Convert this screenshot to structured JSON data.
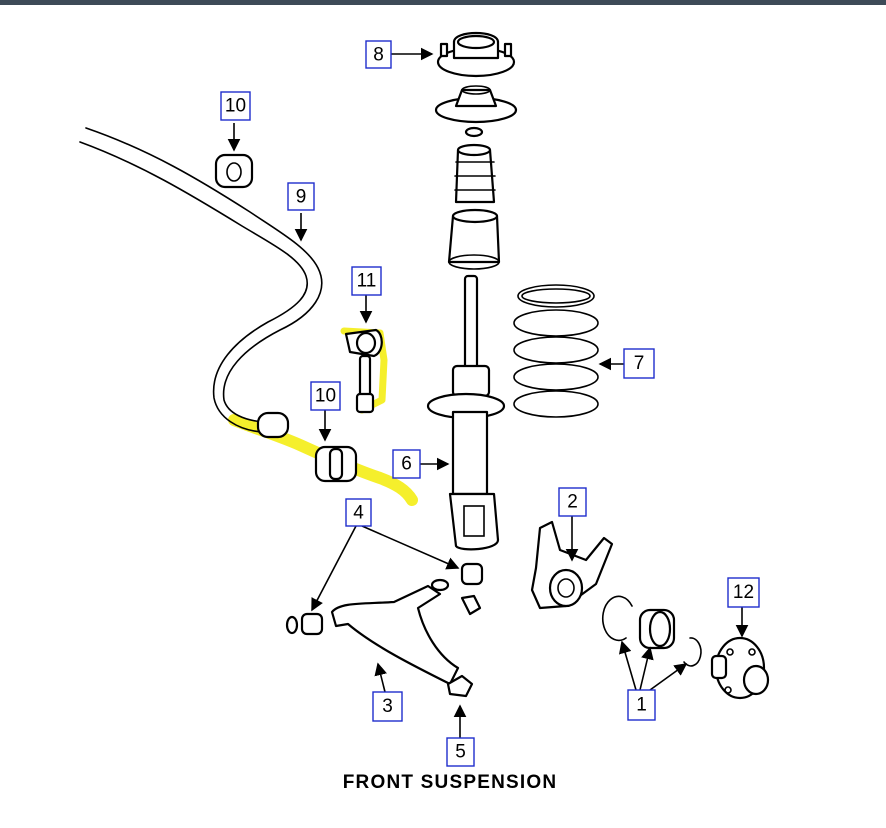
{
  "title": "FRONT SUSPENSION",
  "callouts": {
    "c8": "8",
    "c10a": "10",
    "c9": "9",
    "c11": "11",
    "c10b": "10",
    "c7": "7",
    "c6": "6",
    "c4": "4",
    "c2": "2",
    "c12": "12",
    "c1": "1",
    "c3": "3",
    "c5": "5"
  },
  "parts": [
    "front-suspension-strut-mount",
    "stabilizer-bar",
    "stabilizer-bushing",
    "stabilizer-link",
    "coil-spring",
    "strut-assembly",
    "bushings",
    "steering-knuckle",
    "wheel-hub",
    "bearing",
    "control-arm",
    "ball-joint"
  ],
  "colors": {
    "highlight": "#f4ee1a",
    "callout_border": "#1f2dcc",
    "topbar": "#3d4a57"
  }
}
